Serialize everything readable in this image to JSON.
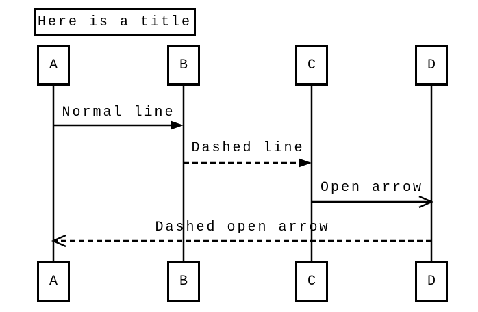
{
  "diagram": {
    "kind": "sequence-diagram",
    "title": "Here is a title",
    "actors": [
      {
        "id": "A",
        "label": "A"
      },
      {
        "id": "B",
        "label": "B"
      },
      {
        "id": "C",
        "label": "C"
      },
      {
        "id": "D",
        "label": "D"
      }
    ],
    "messages": [
      {
        "from": "A",
        "to": "B",
        "label": "Normal line",
        "line_style": "solid",
        "arrow_head": "filled"
      },
      {
        "from": "B",
        "to": "C",
        "label": "Dashed line",
        "line_style": "dashed",
        "arrow_head": "filled"
      },
      {
        "from": "C",
        "to": "D",
        "label": "Open arrow",
        "line_style": "solid",
        "arrow_head": "open"
      },
      {
        "from": "D",
        "to": "A",
        "label": "Dashed open arrow",
        "line_style": "dashed",
        "arrow_head": "open"
      }
    ],
    "colors": {
      "foreground": "#000000",
      "background": "#ffffff"
    }
  }
}
